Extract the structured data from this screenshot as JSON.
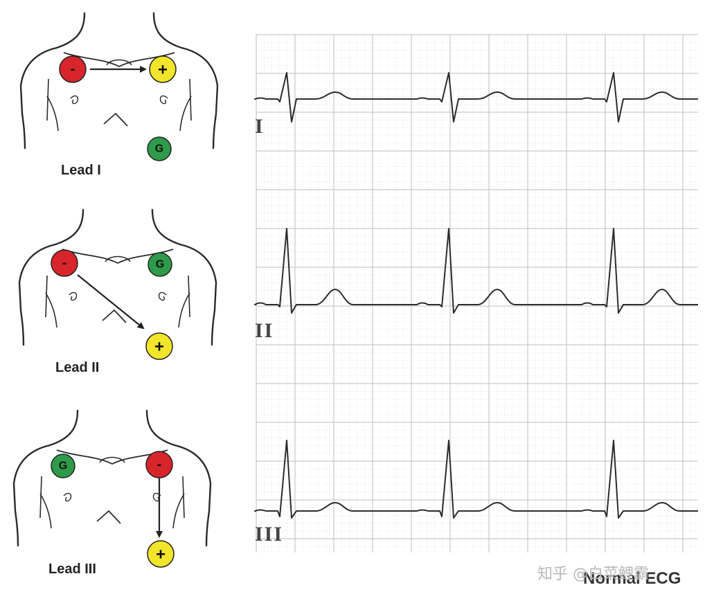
{
  "leads": [
    {
      "label": "Lead I",
      "negative": "-",
      "positive": "+",
      "ground": "G",
      "trace_label": "I"
    },
    {
      "label": "Lead II",
      "negative": "-",
      "positive": "+",
      "ground": "G",
      "trace_label": "II"
    },
    {
      "label": "Lead III",
      "negative": "-",
      "positive": "+",
      "ground": "G",
      "trace_label": "III"
    }
  ],
  "caption": "Normal ECG",
  "watermark": "知乎 @白菜鲤霸",
  "colors": {
    "negative": "#d8252b",
    "positive": "#f2e52a",
    "ground": "#2e9a4a",
    "trace": "#2b2b2b",
    "grid_major": "#bdbdbd",
    "grid_minor": "#dedede"
  }
}
